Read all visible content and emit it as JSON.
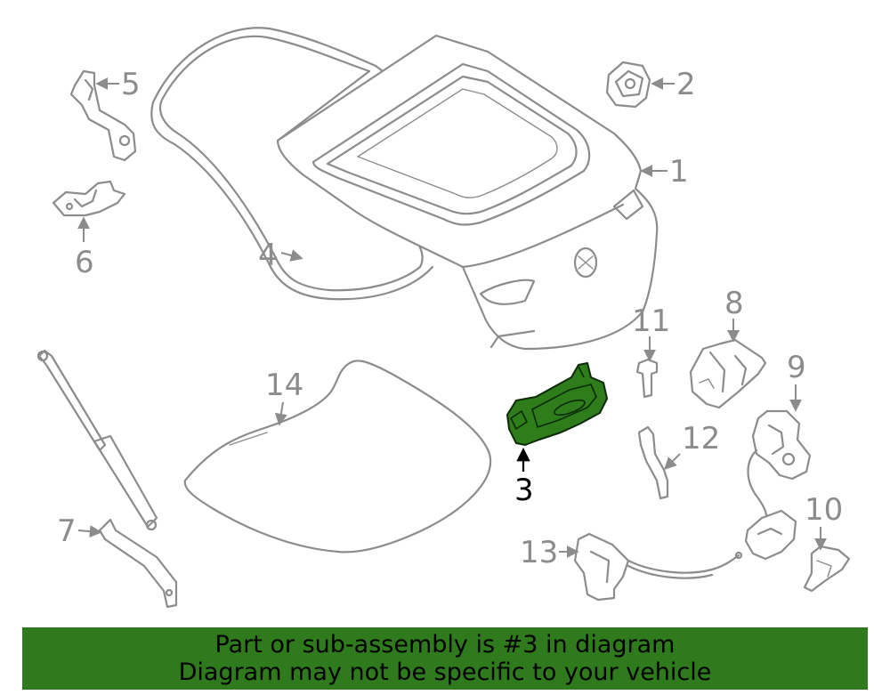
{
  "callouts": {
    "c1": "1",
    "c2": "2",
    "c3": "3",
    "c4": "4",
    "c5": "5",
    "c6": "6",
    "c7": "7",
    "c8": "8",
    "c9": "9",
    "c10": "10",
    "c11": "11",
    "c12": "12",
    "c13": "13",
    "c14": "14"
  },
  "highlighted_part": "3",
  "colors": {
    "highlight": "#2e7d1a",
    "banner": "#2e7a1c",
    "line_art": "#8c8c8c"
  },
  "banner": {
    "line1": "Part or sub-assembly is #3 in diagram",
    "line2": "Diagram may not be specific to your vehicle"
  }
}
